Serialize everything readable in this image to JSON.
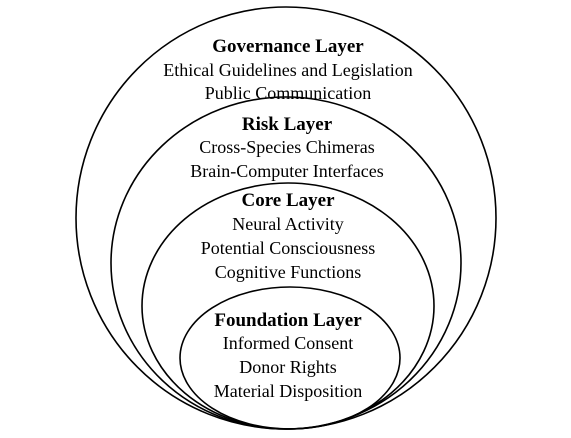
{
  "diagram": {
    "layers": [
      {
        "title": "Governance Layer",
        "items": [
          "Ethical Guidelines and Legislation",
          "Public Communication"
        ]
      },
      {
        "title": "Risk Layer",
        "items": [
          "Cross-Species Chimeras",
          "Brain-Computer Interfaces"
        ]
      },
      {
        "title": "Core Layer",
        "items": [
          "Neural Activity",
          "Potential Consciousness",
          "Cognitive Functions"
        ]
      },
      {
        "title": "Foundation Layer",
        "items": [
          "Informed Consent",
          "Donor Rights",
          "Material Disposition"
        ]
      }
    ],
    "colors": {
      "stroke": "#000000",
      "background": "#ffffff",
      "text": "#000000"
    }
  }
}
